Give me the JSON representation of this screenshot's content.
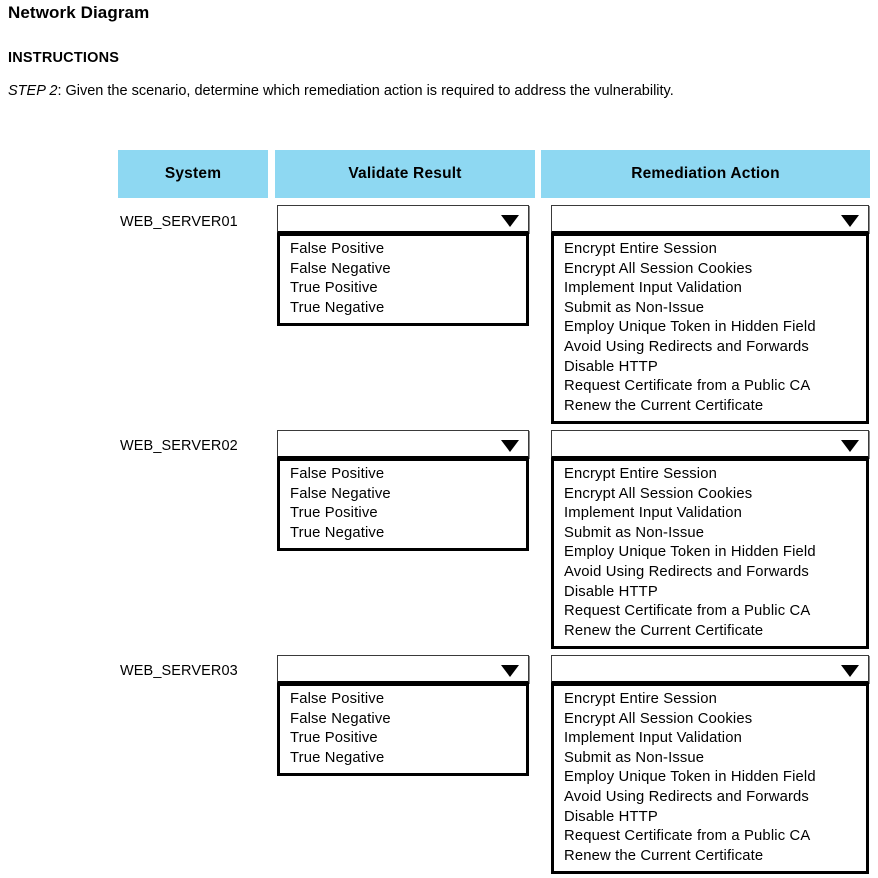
{
  "page": {
    "title": "Network Diagram",
    "instructions_heading": "INSTRUCTIONS",
    "instruction_step_label": "STEP 2",
    "instruction_text": ": Given the scenario, determine which remediation action is required to address the vulnerability."
  },
  "colors": {
    "header_fill": "#8ed8f2",
    "border": "#000000",
    "background": "#ffffff",
    "text": "#000000"
  },
  "table": {
    "columns": [
      {
        "label": "System"
      },
      {
        "label": "Validate Result"
      },
      {
        "label": "Remediation Action"
      }
    ],
    "validate_options": [
      "False Positive",
      "False Negative",
      "True Positive",
      "True Negative"
    ],
    "remediation_options": [
      "Encrypt Entire Session",
      "Encrypt All Session Cookies",
      "Implement Input Validation",
      "Submit as Non-Issue",
      "Employ Unique Token in Hidden Field",
      "Avoid Using Redirects and Forwards",
      "Disable HTTP",
      "Request Certificate from a Public CA",
      "Renew the Current Certificate"
    ],
    "rows": [
      {
        "system": "WEB_SERVER01",
        "validate_value": "",
        "remediation_value": "",
        "caret_icon": "chevron-down-icon"
      },
      {
        "system": "WEB_SERVER02",
        "validate_value": "",
        "remediation_value": "",
        "caret_icon": "chevron-down-icon"
      },
      {
        "system": "WEB_SERVER03",
        "validate_value": "",
        "remediation_value": "",
        "caret_icon": "chevron-down-icon"
      }
    ]
  }
}
